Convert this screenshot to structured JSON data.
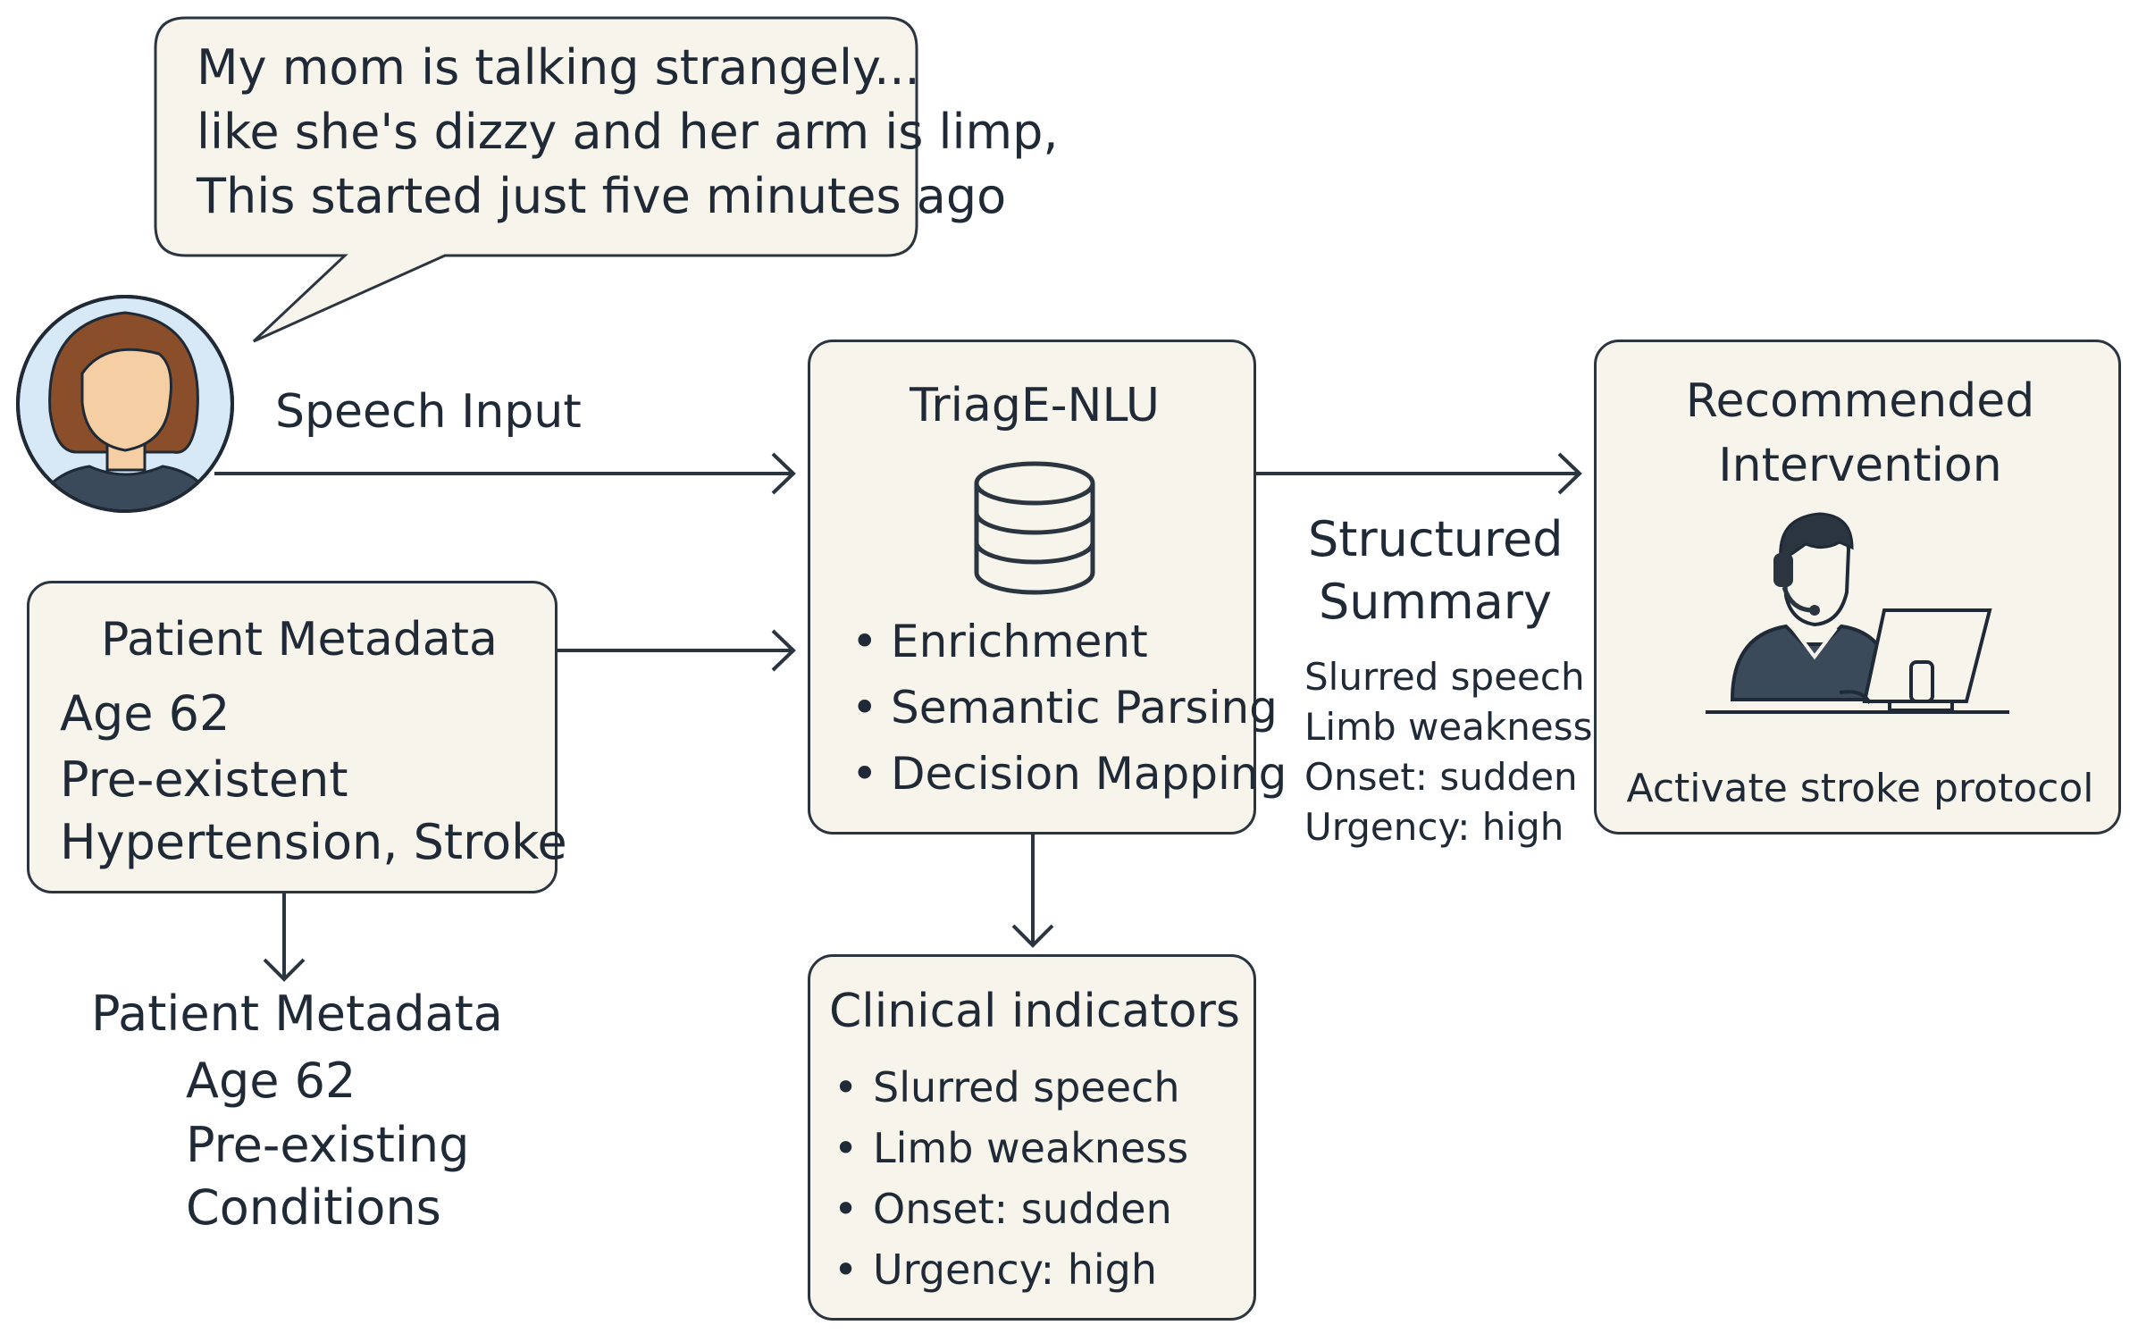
{
  "speech_bubble": {
    "lines": [
      "My mom is talking strangely...",
      "like she's dizzy and her arm is limp,",
      "This started just five minutes ago"
    ]
  },
  "speech_input_label": "Speech Input",
  "patient_metadata_box": {
    "title": "Patient Metadata",
    "lines": [
      "Age 62",
      "Pre-existent",
      "Hypertension, Stroke"
    ]
  },
  "patient_metadata_output": {
    "title": "Patient Metadata",
    "lines": [
      "Age 62",
      "Pre-existing",
      "Conditions"
    ]
  },
  "nlu_box": {
    "title": "TriagE-NLU",
    "icon": "database-icon",
    "items": [
      "Enrichment",
      "Semantic Parsing",
      "Decision Mapping"
    ]
  },
  "structured_summary": {
    "title_lines": [
      "Structured",
      "Summary"
    ],
    "items": [
      "Slurred speech",
      "Limb weakness",
      "Onset: sudden",
      "Urgency: high"
    ]
  },
  "intervention_box": {
    "title_lines": [
      "Recommended",
      "Intervention"
    ],
    "icon": "dispatcher-at-computer-icon",
    "caption": "Activate stroke protocol"
  },
  "clinical_box": {
    "title": "Clinical indicators",
    "items": [
      "Slurred speech",
      "Limb weakness",
      "Onset: sudden",
      "Urgency: high"
    ]
  },
  "colors": {
    "box_fill": "#f7f4ec",
    "stroke": "#2a3540",
    "avatar_bg": "#d7e9f6",
    "hair": "#8a4f2a",
    "skin": "#f5cfa3",
    "shirt": "#3a4a5a"
  }
}
